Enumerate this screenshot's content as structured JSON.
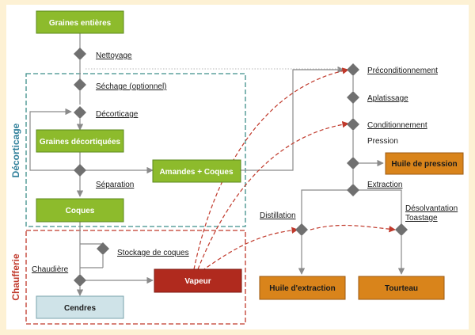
{
  "colors": {
    "background": "#fdf1d4",
    "panel": "#ffffff",
    "green_box": "#8dbb2c",
    "green_border": "#5b8a1c",
    "orange_box": "#d9841b",
    "orange_border": "#9c5a10",
    "red_box": "#b02a1e",
    "blue_box": "#cfe3e8",
    "blue_border": "#7aa3ad",
    "decision": "#707070",
    "line": "#8a8a8a",
    "dashed_red": "#c0392b",
    "dashed_teal": "#3e8f8a",
    "decorticage_label": "#2f7f9a",
    "chaufferie_label": "#c0392b"
  },
  "groups": {
    "decorticage": "Décorticage",
    "chaufferie": "Chaufferie"
  },
  "nodes": {
    "graines_entieres": "Graines entières",
    "graines_decortiquees": "Graines décortiquées",
    "amandes_coques": "Amandes + Coques",
    "coques": "Coques",
    "vapeur": "Vapeur",
    "cendres": "Cendres",
    "huile_pression": "Huile de pression",
    "huile_extraction": "Huile d'extraction",
    "tourteau": "Tourteau"
  },
  "steps": {
    "nettoyage": "Nettoyage",
    "sechage": "Séchage (optionnel)",
    "decorticage": "Décorticage",
    "separation": "Séparation",
    "stockage_coques": "Stockage de coques",
    "chaudiere": "Chaudière",
    "preconditionnement": "Préconditionnement",
    "aplatissage": "Aplatissage",
    "conditionnement": "Conditionnement",
    "pression": "Pression",
    "extraction": "Extraction",
    "distillation": "Distillation",
    "desolvantation": "Désolvantation",
    "toastage": "Toastage"
  }
}
